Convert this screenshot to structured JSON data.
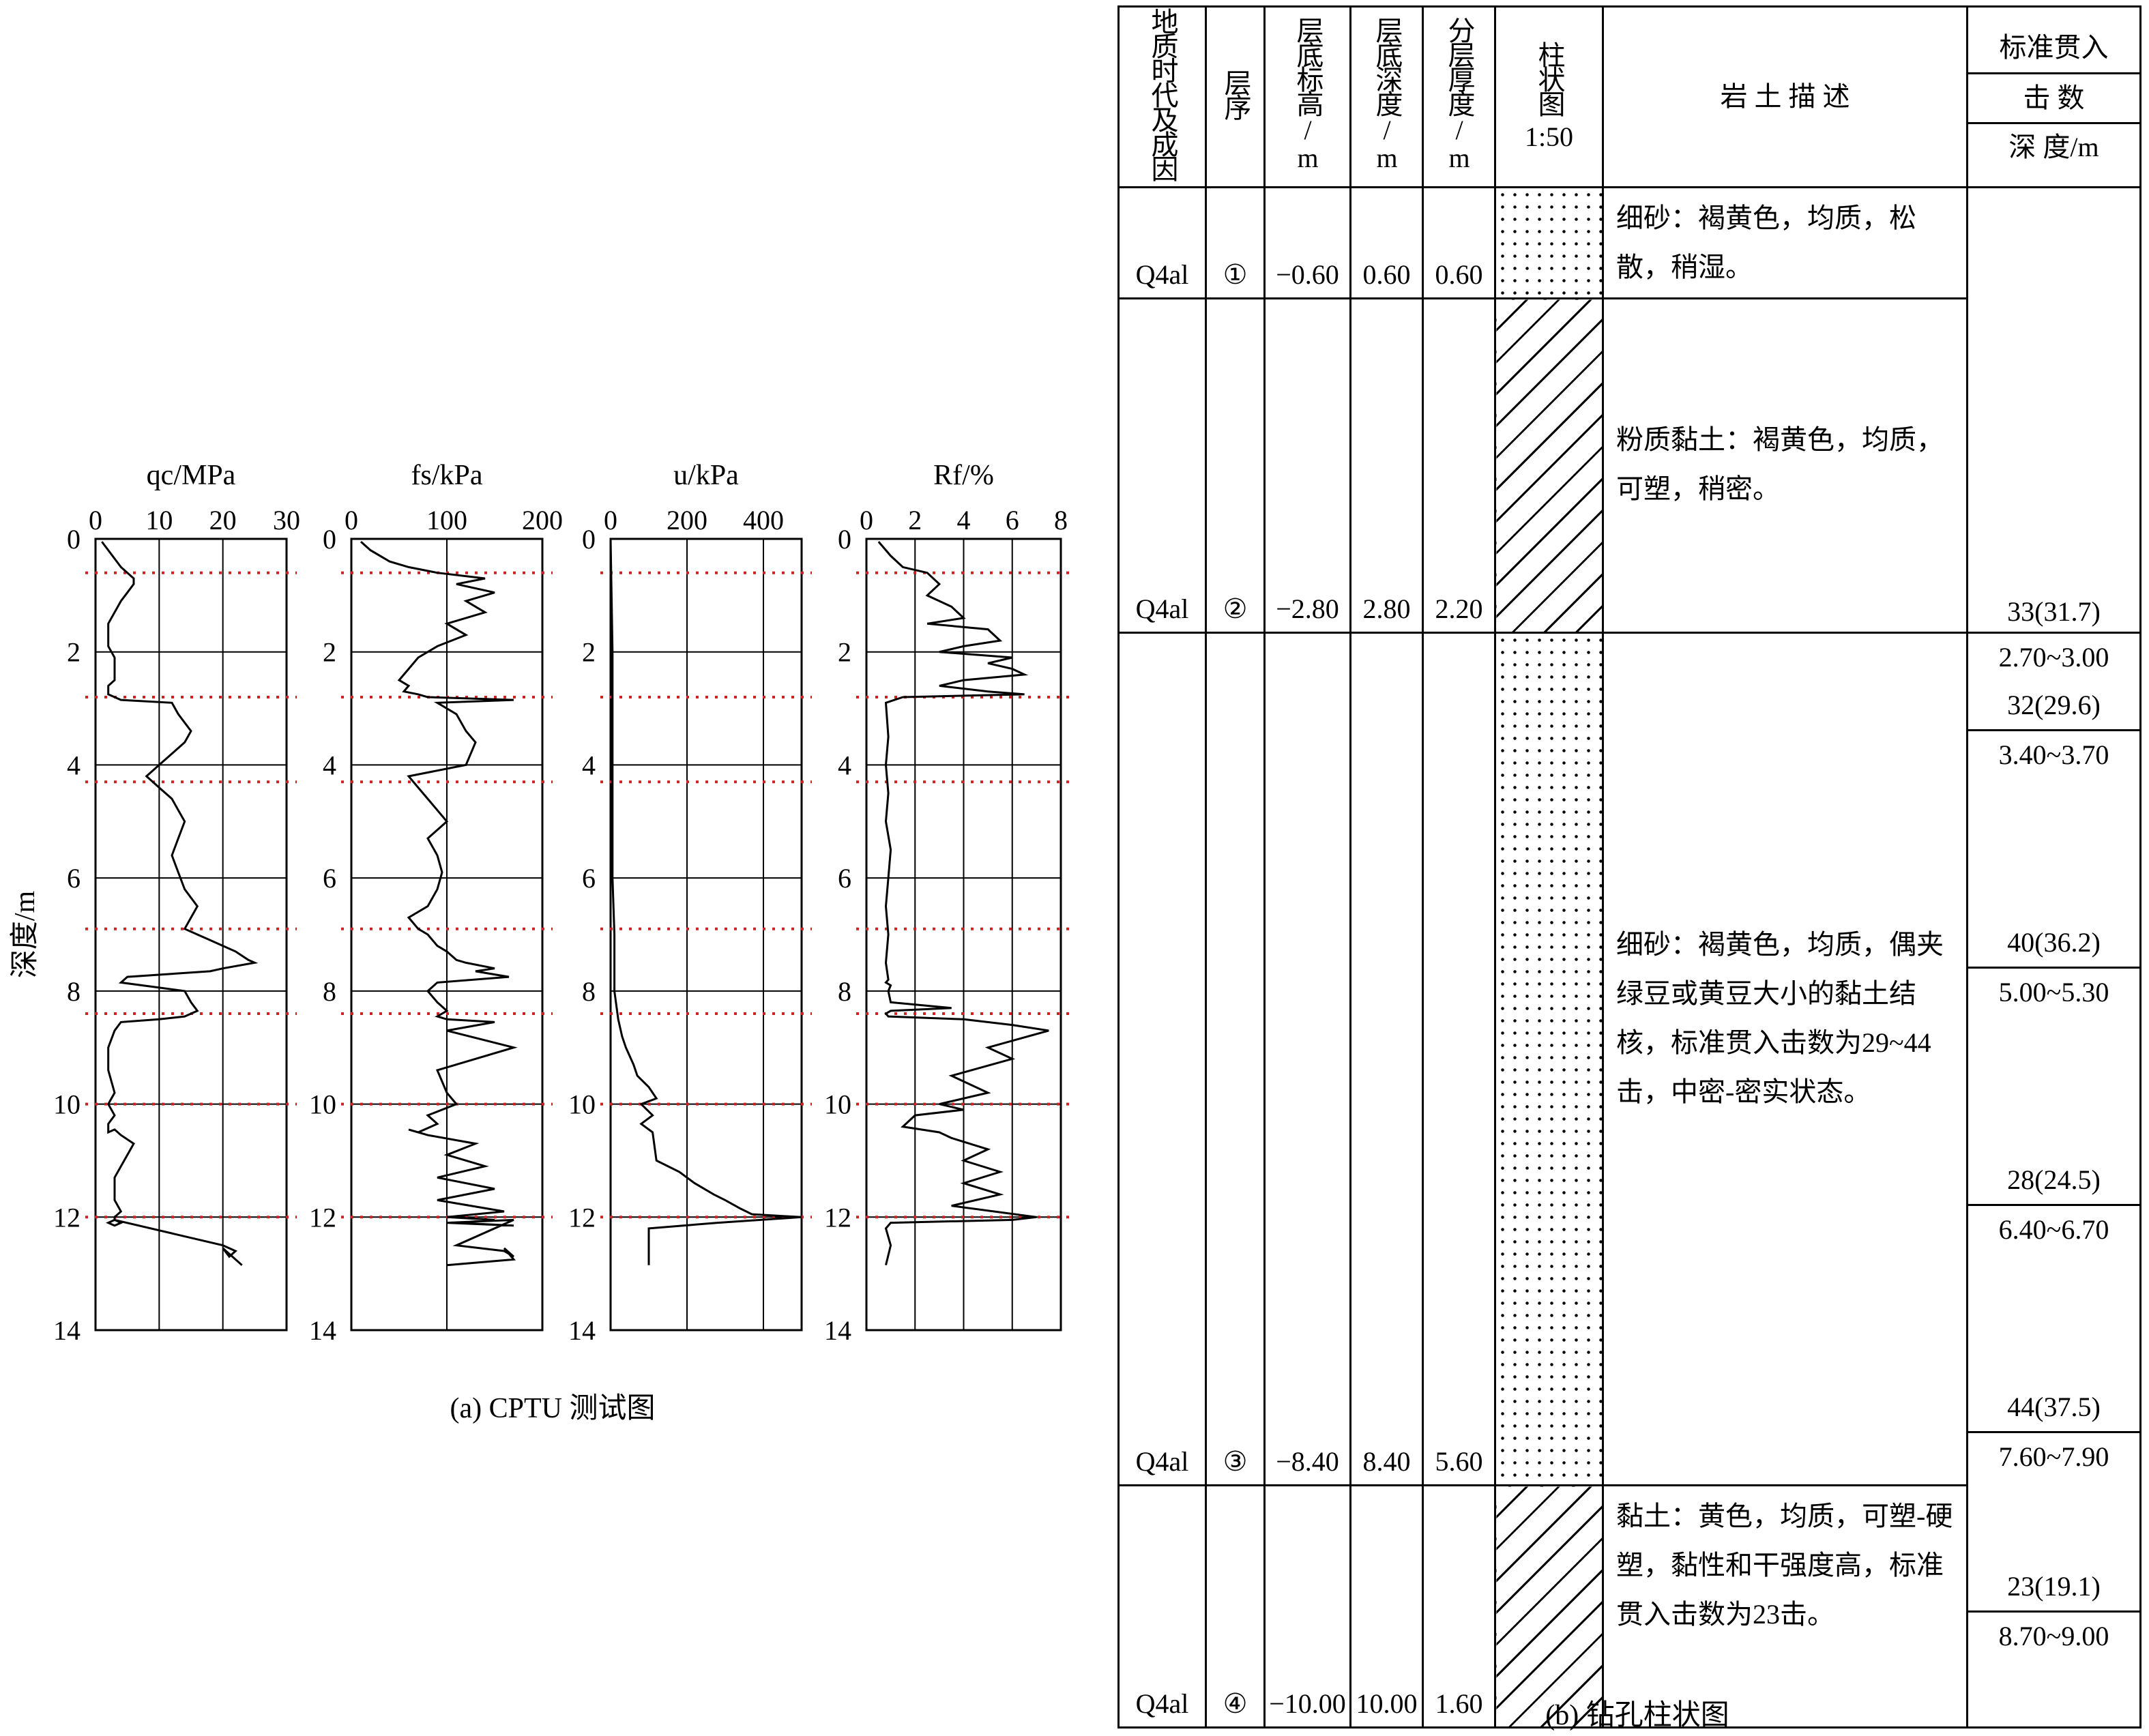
{
  "chart_data": [
    {
      "type": "line",
      "title": "",
      "xlabel": "qc/MPa",
      "ylabel": "深度/m",
      "xlim": [
        0,
        30
      ],
      "ylim": [
        0,
        14
      ],
      "xticks": [
        0,
        10,
        20,
        30
      ],
      "yticks": [
        0,
        2,
        4,
        6,
        8,
        10,
        12,
        14
      ],
      "series": [
        {
          "x": [
            1,
            2,
            3,
            4,
            5,
            6,
            6,
            5,
            4,
            3,
            2,
            2,
            2,
            3,
            3,
            3,
            2,
            2,
            2,
            3,
            4,
            12,
            13,
            15,
            14,
            12,
            10,
            8,
            10,
            12,
            13,
            14,
            13,
            12,
            13,
            14,
            16,
            15,
            14,
            16,
            18,
            20,
            22,
            24,
            25,
            20,
            18,
            5,
            4,
            14,
            15,
            16,
            14,
            10,
            4,
            3,
            2,
            2,
            3,
            2,
            3,
            2,
            2,
            3,
            4,
            6,
            5,
            4,
            3,
            3,
            3,
            4,
            3,
            3,
            2,
            3,
            4,
            3,
            20,
            22,
            21,
            20,
            22,
            23
          ],
          "y": [
            0.05,
            0.2,
            0.35,
            0.5,
            0.6,
            0.7,
            0.8,
            0.95,
            1.1,
            1.3,
            1.5,
            1.7,
            1.9,
            2.1,
            2.3,
            2.5,
            2.6,
            2.7,
            2.75,
            2.8,
            2.85,
            2.9,
            3.1,
            3.4,
            3.6,
            3.8,
            4.0,
            4.2,
            4.4,
            4.6,
            4.8,
            5.0,
            5.3,
            5.6,
            5.9,
            6.2,
            6.5,
            6.7,
            6.9,
            7.0,
            7.1,
            7.2,
            7.3,
            7.45,
            7.5,
            7.6,
            7.65,
            7.75,
            7.85,
            8.0,
            8.2,
            8.35,
            8.45,
            8.5,
            8.55,
            8.7,
            9.0,
            9.4,
            9.8,
            10.0,
            10.2,
            10.35,
            10.5,
            10.45,
            10.55,
            10.7,
            10.9,
            11.1,
            11.3,
            11.5,
            11.7,
            11.9,
            12.0,
            12.05,
            12.1,
            12.15,
            12.1,
            12.05,
            12.5,
            12.6,
            12.7,
            12.55,
            12.75,
            12.85
          ]
        }
      ]
    },
    {
      "type": "line",
      "title": "",
      "xlabel": "fs/kPa",
      "xlim": [
        0,
        200
      ],
      "ylim": [
        0,
        14
      ],
      "xticks": [
        0,
        100,
        200
      ],
      "yticks": [
        0,
        2,
        4,
        6,
        8,
        10,
        12,
        14
      ],
      "series": [
        {
          "x": [
            10,
            20,
            40,
            60,
            90,
            140,
            110,
            150,
            120,
            140,
            100,
            120,
            90,
            70,
            60,
            50,
            60,
            55,
            70,
            80,
            170,
            90,
            110,
            120,
            130,
            125,
            120,
            60,
            70,
            80,
            90,
            100,
            80,
            90,
            95,
            90,
            80,
            60,
            70,
            80,
            85,
            90,
            100,
            110,
            120,
            150,
            130,
            165,
            90,
            80,
            90,
            100,
            90,
            100,
            150,
            100,
            170,
            90,
            100,
            110,
            80,
            90,
            70,
            60,
            80,
            130,
            100,
            140,
            90,
            150,
            90,
            160,
            100,
            150,
            110,
            170,
            100,
            170,
            110,
            160,
            170,
            160,
            170,
            100
          ],
          "y": [
            0.05,
            0.2,
            0.4,
            0.5,
            0.6,
            0.7,
            0.8,
            0.95,
            1.1,
            1.3,
            1.5,
            1.7,
            1.9,
            2.1,
            2.3,
            2.5,
            2.6,
            2.7,
            2.75,
            2.8,
            2.85,
            2.9,
            3.1,
            3.4,
            3.6,
            3.8,
            4.0,
            4.2,
            4.4,
            4.6,
            4.8,
            5.0,
            5.3,
            5.6,
            5.9,
            6.2,
            6.5,
            6.7,
            6.9,
            7.0,
            7.1,
            7.2,
            7.3,
            7.45,
            7.5,
            7.6,
            7.65,
            7.75,
            7.85,
            8.0,
            8.2,
            8.35,
            8.45,
            8.5,
            8.55,
            8.7,
            9.0,
            9.4,
            9.8,
            10.0,
            10.2,
            10.35,
            10.5,
            10.45,
            10.55,
            10.7,
            10.9,
            11.1,
            11.3,
            11.5,
            11.7,
            11.9,
            12.0,
            12.05,
            12.1,
            12.15,
            12.1,
            12.05,
            12.5,
            12.6,
            12.7,
            12.55,
            12.75,
            12.85
          ]
        }
      ]
    },
    {
      "type": "line",
      "title": "",
      "xlabel": "u/kPa",
      "xlim": [
        0,
        500
      ],
      "ylim": [
        0,
        14
      ],
      "xticks": [
        0,
        200,
        400
      ],
      "yticks": [
        0,
        2,
        4,
        6,
        8,
        10,
        12,
        14
      ],
      "series": [
        {
          "x": [
            0,
            5,
            5,
            10,
            10,
            20,
            30,
            40,
            60,
            70,
            100,
            120,
            80,
            110,
            80,
            110,
            120,
            180,
            220,
            270,
            300,
            340,
            370,
            500,
            280,
            100,
            100
          ],
          "y": [
            0,
            2,
            6,
            7,
            8,
            8.5,
            8.8,
            9.0,
            9.3,
            9.5,
            9.7,
            9.9,
            10.0,
            10.2,
            10.35,
            10.5,
            11.0,
            11.2,
            11.4,
            11.6,
            11.7,
            11.85,
            11.95,
            12.0,
            12.1,
            12.2,
            12.85
          ]
        }
      ]
    },
    {
      "type": "line",
      "title": "",
      "xlabel": "Rf/%",
      "xlim": [
        0,
        8
      ],
      "ylim": [
        0,
        14
      ],
      "xticks": [
        0,
        2,
        4,
        6,
        8
      ],
      "yticks": [
        0,
        2,
        4,
        6,
        8,
        10,
        12,
        14
      ],
      "series": [
        {
          "x": [
            0.5,
            1,
            1.5,
            2.5,
            3,
            2.5,
            3.5,
            4,
            2.5,
            5,
            5.5,
            4,
            3,
            6,
            5,
            6,
            6.5,
            4,
            3,
            5,
            6.5,
            1.5,
            0.8,
            0.9,
            0.8,
            0.9,
            0.8,
            1,
            0.9,
            0.8,
            0.9,
            0.8,
            0.9,
            0.8,
            1,
            0.9,
            1,
            3.5,
            1,
            0.8,
            0.9,
            4,
            6,
            7.5,
            5,
            6,
            3.5,
            5,
            3,
            4,
            2,
            1.5,
            3,
            3.5,
            5,
            4,
            5.5,
            4,
            5.5,
            3.5,
            7,
            6,
            1,
            0.8,
            1,
            0.8
          ],
          "y": [
            0.05,
            0.3,
            0.5,
            0.6,
            0.8,
            1.0,
            1.2,
            1.4,
            1.5,
            1.6,
            1.8,
            1.9,
            2.0,
            2.1,
            2.2,
            2.3,
            2.4,
            2.5,
            2.6,
            2.7,
            2.75,
            2.8,
            2.9,
            3.5,
            4.0,
            4.5,
            5.0,
            5.5,
            6.0,
            6.5,
            7.0,
            7.5,
            7.8,
            7.85,
            7.9,
            8.0,
            8.2,
            8.3,
            8.35,
            8.4,
            8.45,
            8.5,
            8.6,
            8.7,
            9.0,
            9.2,
            9.5,
            9.8,
            10.0,
            10.1,
            10.2,
            10.4,
            10.5,
            10.6,
            10.8,
            11.0,
            11.2,
            11.4,
            11.6,
            11.8,
            12.0,
            12.05,
            12.1,
            12.2,
            12.5,
            12.85
          ]
        }
      ]
    }
  ],
  "boundaries": [
    0.6,
    2.8,
    4.3,
    6.9,
    8.4,
    10.0,
    12.0
  ],
  "captions": {
    "a": "(a) CPTU 测试图",
    "b": "(b) 钻孔柱状图"
  },
  "table": {
    "headers": {
      "age": "地质时代及成因",
      "seq": "层序",
      "elev": "层底标高/m",
      "depth": "层底深度/m",
      "thick": "分层厚度/m",
      "col": "柱状图",
      "col_scale": "1:50",
      "desc": "岩 土 描 述",
      "spt": "标准贯入",
      "spt_count": "击 数",
      "spt_depth": "深 度/m"
    },
    "layers": [
      {
        "age": "Q4al",
        "seq": "①",
        "elev": "−0.60",
        "depth": "0.60",
        "thick": "0.60",
        "desc": "细砂：褐黄色，均质，松散，稍湿。"
      },
      {
        "age": "Q4al",
        "seq": "②",
        "elev": "−2.80",
        "depth": "2.80",
        "thick": "2.20",
        "desc": "粉质黏土：褐黄色，均质，可塑，稍密。"
      },
      {
        "age": "Q4al",
        "seq": "③",
        "elev": "−8.40",
        "depth": "8.40",
        "thick": "5.60",
        "desc": "细砂：褐黄色，均质，偶夹绿豆或黄豆大小的黏土结核，标准贯入击数为29~44击，中密-密实状态。"
      },
      {
        "age": "Q4al",
        "seq": "④",
        "elev": "−10.00",
        "depth": "10.00",
        "thick": "1.60",
        "desc": "黏土：黄色，均质，可塑-硬塑，黏性和干强度高，标准贯入击数为23击。"
      }
    ],
    "spt": [
      {
        "count": "33(31.7)",
        "depth": "2.70~3.00"
      },
      {
        "count": "32(29.6)",
        "depth": "3.40~3.70"
      },
      {
        "count": "40(36.2)",
        "depth": "5.00~5.30"
      },
      {
        "count": "28(24.5)",
        "depth": "6.40~6.70"
      },
      {
        "count": "44(37.5)",
        "depth": "7.60~7.90"
      },
      {
        "count": "23(19.1)",
        "depth": "8.70~9.00"
      }
    ]
  }
}
